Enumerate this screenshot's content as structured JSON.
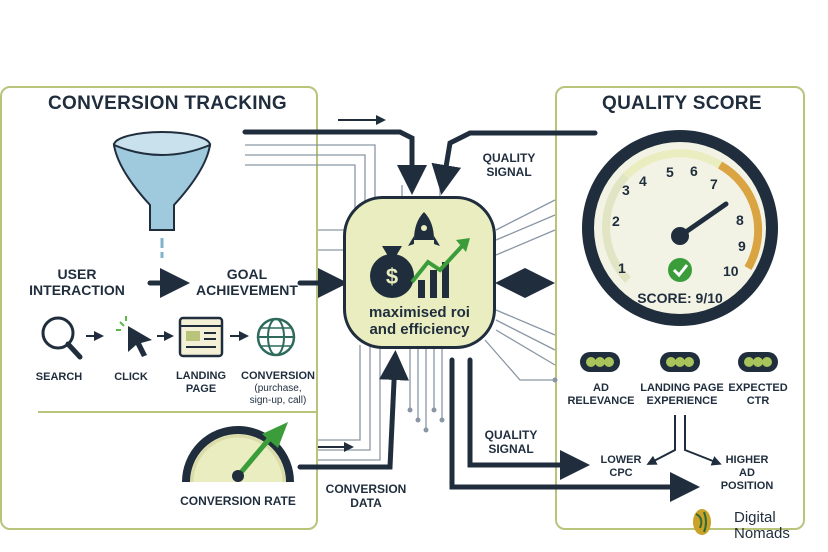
{
  "left_panel": {
    "title": "CONVERSION TRACKING",
    "user_interaction": "USER\nINTERACTION",
    "goal_achievement": "GOAL\nACHIEVEMENT",
    "steps": [
      {
        "label": "SEARCH",
        "icon": "magnifier-icon"
      },
      {
        "label": "CLICK",
        "icon": "cursor-icon"
      },
      {
        "label": "LANDING\nPAGE",
        "icon": "webpage-icon"
      },
      {
        "label": "CONVERSION",
        "sub": "(purchase,\nsign-up, call)",
        "icon": "globe-icon"
      }
    ],
    "conversion_rate": "CONVERSION RATE"
  },
  "center": {
    "hub_text": "maximised roi\nand efficiency",
    "quality_signal_top": "QUALITY\nSIGNAL",
    "quality_signal_bottom": "QUALITY\nSIGNAL",
    "conversion_data": "CONVERSION\nDATA"
  },
  "right_panel": {
    "title": "QUALITY SCORE",
    "gauge_ticks": [
      "1",
      "2",
      "3",
      "4",
      "5",
      "6",
      "7",
      "8",
      "9",
      "10"
    ],
    "score": "SCORE: 9/10",
    "score_value": 9,
    "score_max": 10,
    "factors": [
      {
        "label": "AD\nRELEVANCE"
      },
      {
        "label": "LANDING PAGE\nEXPERIENCE"
      },
      {
        "label": "EXPECTED\nCTR"
      }
    ],
    "lower_cpc": "LOWER\nCPC",
    "higher_ad_position": "HIGHER\nAD\nPOSITION"
  },
  "brand": {
    "line1": "Digital",
    "line2": "Nomads"
  },
  "colors": {
    "navy": "#1f2d3d",
    "olive_border": "#b9c37a",
    "hub_fill": "#e9edbf",
    "green": "#3a9d3a",
    "gauge_gold": "#d9a441",
    "funnel_blue": "#9fc9dc"
  }
}
